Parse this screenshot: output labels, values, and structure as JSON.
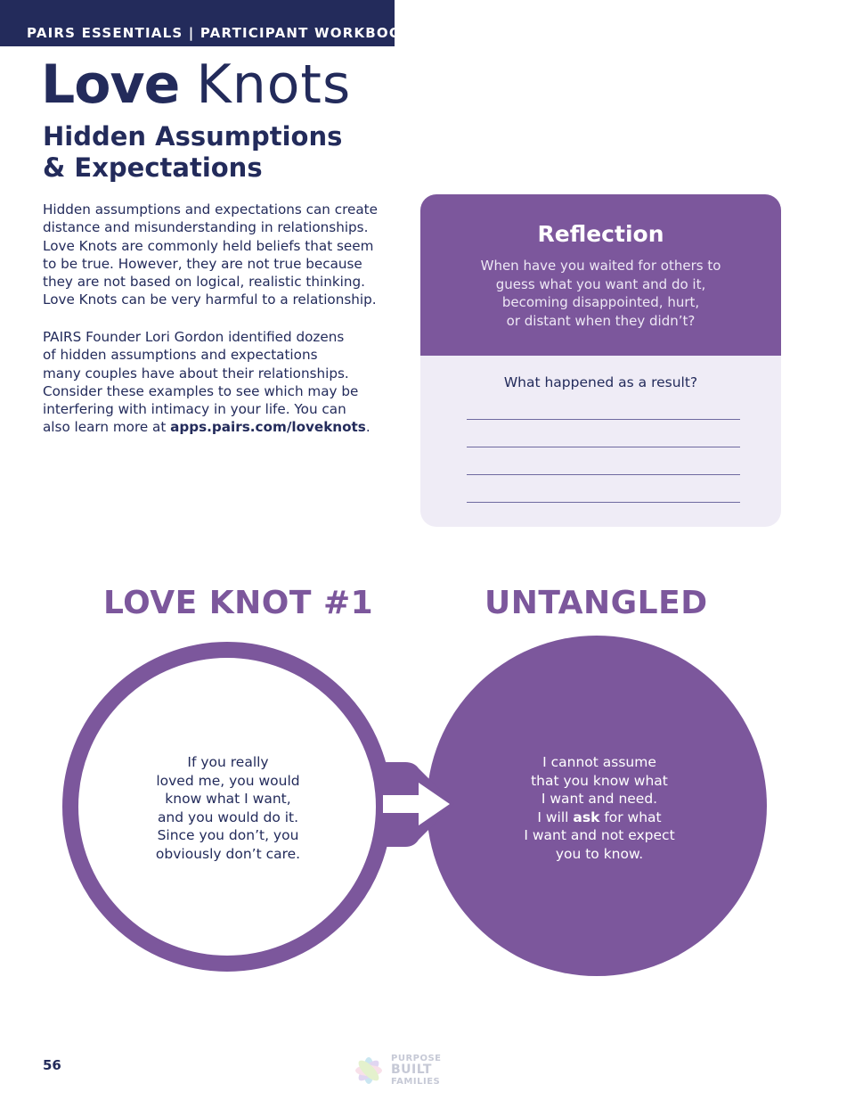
{
  "header": {
    "label": "PAIRS ESSENTIALS | PARTICIPANT WORKBOOK"
  },
  "title": {
    "bold": "Love",
    "light": "Knots"
  },
  "subtitle": {
    "line1": "Hidden Assumptions",
    "line2": "& Expectations"
  },
  "intro": {
    "paragraph1": "Hidden assumptions and expectations can create\ndistance and misunderstanding in relationships.\nLove Knots are commonly held beliefs that seem\nto be true. However, they are not true because\nthey are not based on logical, realistic thinking.\nLove Knots can be very harmful to a relationship.",
    "paragraph2": "PAIRS Founder Lori Gordon identified dozens\nof hidden assumptions and expectations\nmany couples have about their relationships.\nConsider these examples to see which may be\ninterfering with intimacy in your life. You can\nalso learn more at ",
    "link": "apps.pairs.com/loveknots",
    "paragraph2_end": "."
  },
  "reflection": {
    "title": "Reflection",
    "question": "When have you waited for others to\nguess what you want and do it,\nbecoming disappointed, hurt,\nor distant when they didn’t?",
    "prompt": "What happened as a result?"
  },
  "love_knot": {
    "heading": "LOVE KNOT #1",
    "text": "If you really\nloved me, you would\nknow what I want,\nand you would do it.\nSince you don’t, you\nobviously don’t care."
  },
  "untangled": {
    "heading": "UNTANGLED",
    "text_before": "I cannot assume\nthat you know what\nI want and need.\nI will ",
    "text_bold": "ask",
    "text_after": " for what\nI want and not expect\nyou to know."
  },
  "footer": {
    "page_number": "56",
    "logo_line1": "PURPOSE",
    "logo_line2": "BUILT",
    "logo_line3": "FAMILIES"
  },
  "colors": {
    "navy": "#232b5b",
    "purple": "#7c579c",
    "lavender": "#efecf6"
  }
}
